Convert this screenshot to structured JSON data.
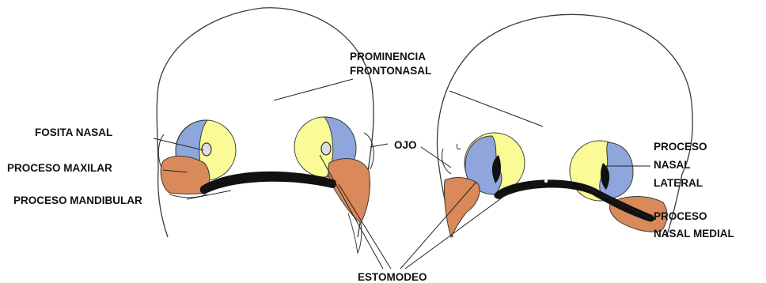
{
  "labels": {
    "prominencia_line1": "PROMINENCIA",
    "prominencia_line2": "FRONTONASAL",
    "fosita_nasal": "FOSITA NASAL",
    "proceso_maxilar": "PROCESO MAXILAR",
    "proceso_mandibular": "PROCESO MANDIBULAR",
    "ojo": "OJO",
    "estomodeo": "ESTOMODEO",
    "proceso_nasal_lateral_line1": "PROCESO",
    "proceso_nasal_lateral_line2": "NASAL",
    "proceso_nasal_lateral_line3": "LATERAL",
    "proceso_nasal_medial_line1": "PROCESO",
    "proceso_nasal_medial_line2": "NASAL MEDIAL"
  },
  "colors": {
    "outline": "#3a3a3a",
    "nasal_lateral_blue": "#8ea6dc",
    "nasal_medial_yellow": "#fafa96",
    "maxilar_orange": "#d9895a",
    "stomodeum_black": "#111111",
    "label_text": "#111111",
    "leader_line": "#222222"
  }
}
